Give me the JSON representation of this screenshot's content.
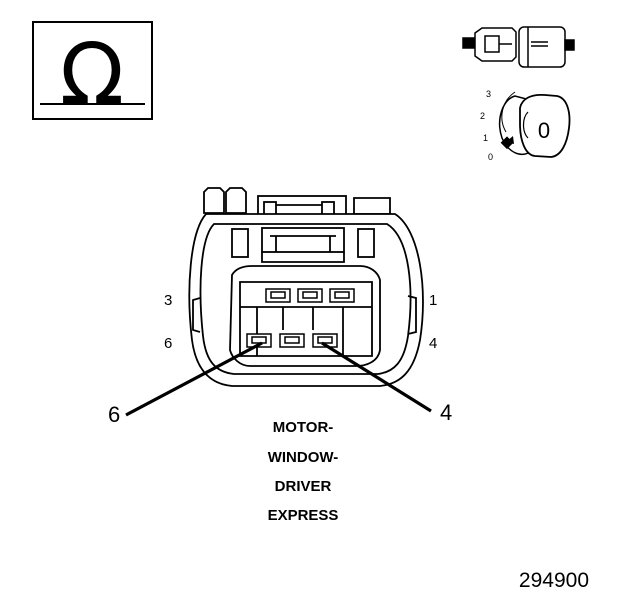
{
  "ohmmeter_symbol": "Ω",
  "connector_icon": "disconnected-connector-icon",
  "ignition": {
    "icon": "ignition-key-icon",
    "positions": [
      "3",
      "2",
      "1",
      "0"
    ],
    "key_position": "0"
  },
  "pins": {
    "top_left": "3",
    "top_right": "1",
    "bottom_left": "6",
    "bottom_right": "4"
  },
  "callouts": {
    "left": "6",
    "right": "4"
  },
  "component_label": [
    "MOTOR-",
    "WINDOW-",
    "DRIVER",
    "EXPRESS"
  ],
  "figure_number": "294900"
}
